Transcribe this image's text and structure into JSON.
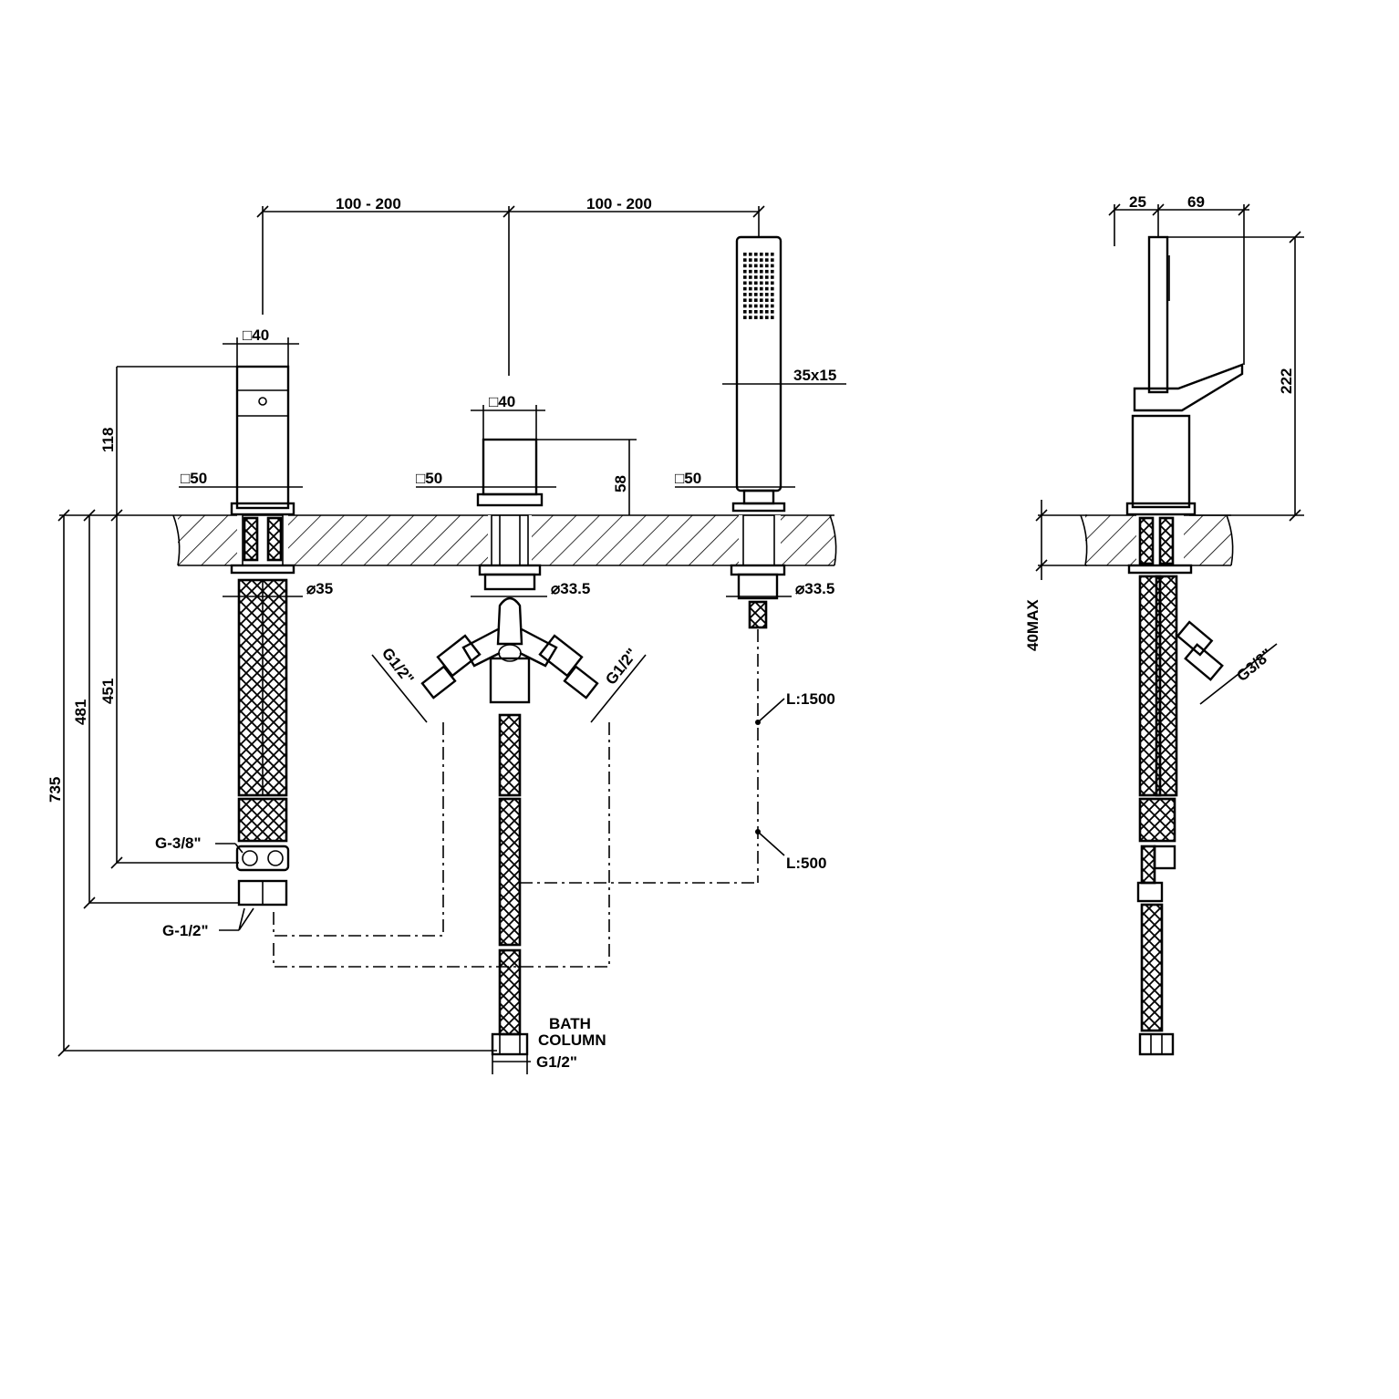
{
  "front_view": {
    "spacing_left": "100 - 200",
    "spacing_right": "100 - 200",
    "spout_square": "□40",
    "spout_height": "118",
    "spout_base": "□50",
    "spout_hole": "⌀35",
    "diverter_square": "□40",
    "diverter_height": "58",
    "diverter_base": "□50",
    "diverter_hole": "⌀33.5",
    "shower_section": "35x15",
    "shower_base": "□50",
    "shower_hole": "⌀33.5",
    "inlet_left": "G1/2\"",
    "inlet_right": "G1/2\"",
    "hose_long": "L:1500",
    "hose_short": "L:500",
    "conn_38": "G-3/8\"",
    "conn_12": "G-1/2\"",
    "dim_451": "451",
    "dim_481": "481",
    "dim_735": "735",
    "column_label_1": "BATH",
    "column_label_2": "COLUMN",
    "column_thread": "G1/2\""
  },
  "side_view": {
    "dim_25": "25",
    "dim_69": "69",
    "dim_222": "222",
    "deck_max": "40MAX",
    "conn": "G3/8\""
  }
}
